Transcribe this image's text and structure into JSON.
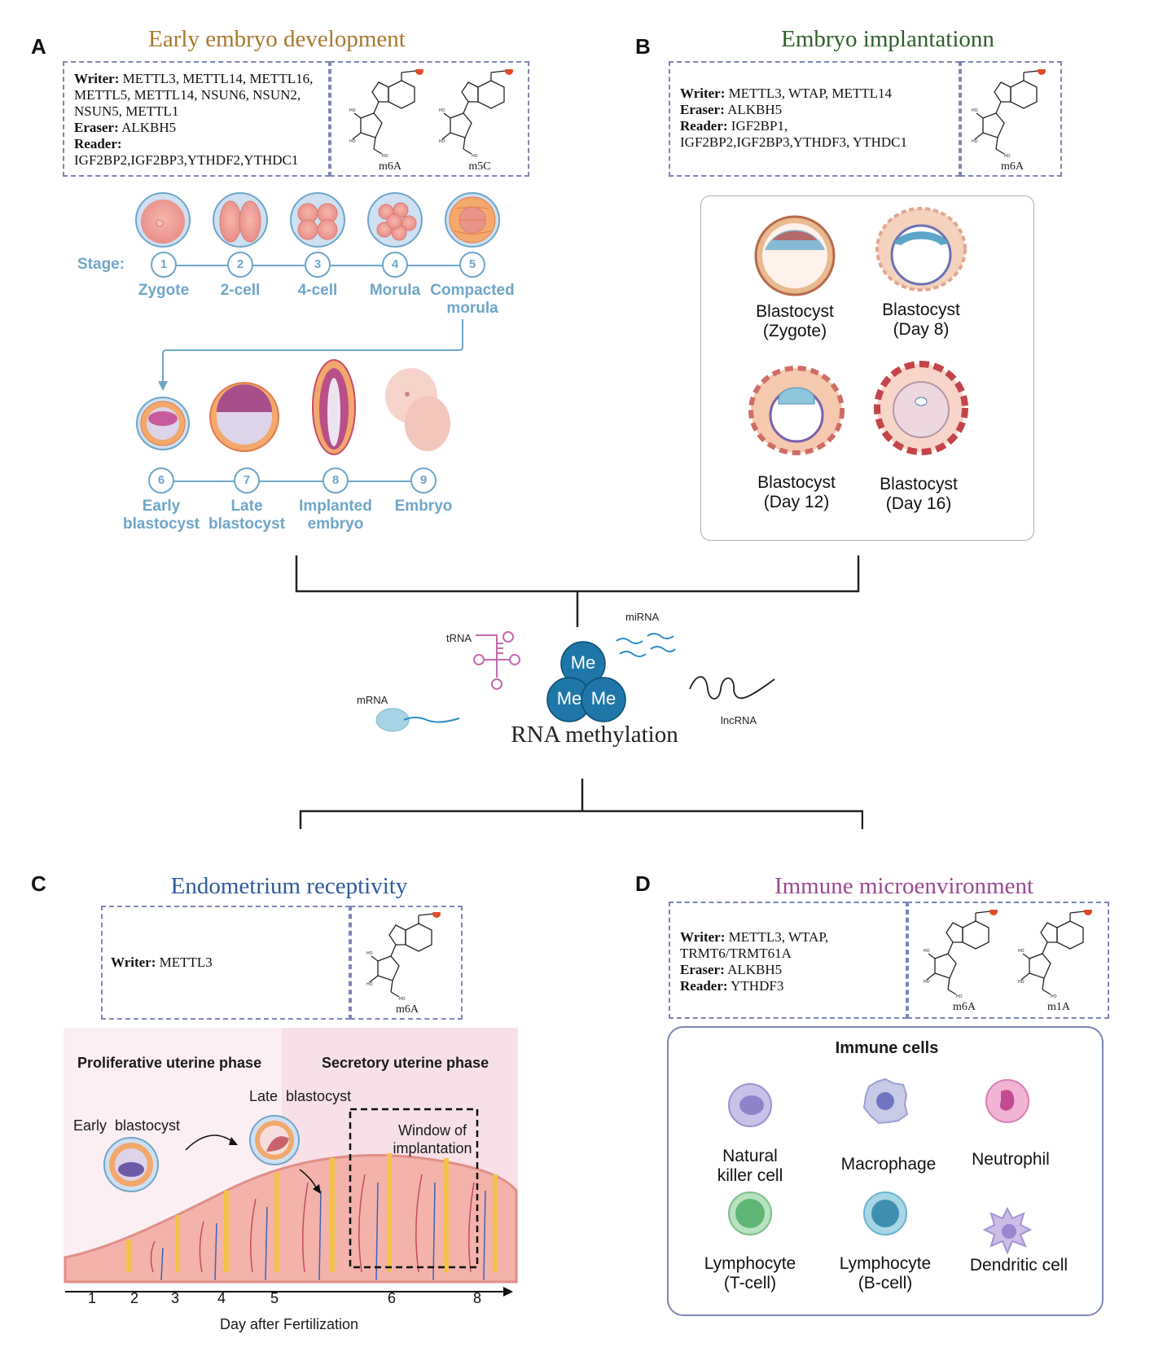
{
  "panelA": {
    "letter": "A",
    "title": "Early embryo development",
    "title_color": "#a8792d",
    "writer_label": "Writer:",
    "writer_value": " METTL3, METTL14, METTL16,",
    "writer_line2": "METTL5, METTL14, NSUN6, NSUN2,",
    "writer_line3": "NSUN5, METTL1",
    "eraser_label": "Eraser:",
    "eraser_value": " ALKBH5",
    "reader_label": "Reader:",
    "reader_value": "IGF2BP2,IGF2BP3,YTHDF2,YTHDC1",
    "mol1": "m6A",
    "mol2": "m5C",
    "stage_word": "Stage:",
    "stages_row1": [
      {
        "num": "1",
        "label": "Zygote"
      },
      {
        "num": "2",
        "label": "2-cell"
      },
      {
        "num": "3",
        "label": "4-cell"
      },
      {
        "num": "4",
        "label": "Morula"
      },
      {
        "num": "5",
        "label": "Compacted\nmorula"
      }
    ],
    "stages_row2": [
      {
        "num": "6",
        "label": "Early\nblastocyst"
      },
      {
        "num": "7",
        "label": "Late\nblastocyst"
      },
      {
        "num": "8",
        "label": "Implanted\nembryo"
      },
      {
        "num": "9",
        "label": "Embryo"
      }
    ]
  },
  "panelB": {
    "letter": "B",
    "title": "Embryo implantationn",
    "title_color": "#2f5f2a",
    "writer_label": "Writer:",
    "writer_value": " METTL3, WTAP, METTL14",
    "eraser_label": "Eraser:",
    "eraser_value": " ALKBH5",
    "reader_label": "Reader:",
    "reader_value": " IGF2BP1,",
    "reader_line2": "IGF2BP2,IGF2BP3,YTHDF3, YTHDC1",
    "mol1": "m6A",
    "blastocysts": [
      {
        "line1": "Blastocyst",
        "line2": "(Zygote)"
      },
      {
        "line1": "Blastocyst",
        "line2": "(Day 8)"
      },
      {
        "line1": "Blastocyst",
        "line2": "(Day 12)"
      },
      {
        "line1": "Blastocyst",
        "line2": "(Day 16)"
      }
    ]
  },
  "center": {
    "title": "RNA methylation",
    "me": [
      "Me",
      "Me",
      "Me"
    ],
    "trna": "tRNA",
    "mirna": "miRNA",
    "mrna": "mRNA",
    "lncrna": "lncRNA"
  },
  "panelC": {
    "letter": "C",
    "title": "Endometrium receptivity",
    "title_color": "#2e5aa0",
    "writer_label": "Writer:",
    "writer_value": " METTL3",
    "mol1": "m6A",
    "phase1": "Proliferative uterine phase",
    "phase2": "Secretory uterine phase",
    "early_blastocyst": "Early  blastocyst",
    "late_blastocyst": "Late  blastocyst",
    "window1": "Window of",
    "window2": "implantation",
    "x_ticks": [
      "1",
      "2",
      "3",
      "4",
      "5",
      "6",
      "8"
    ],
    "x_label": "Day after Fertilization"
  },
  "panelD": {
    "letter": "D",
    "title": "Immune microenvironment",
    "title_color": "#9a4a91",
    "writer_label": "Writer:",
    "writer_value": " METTL3, WTAP,",
    "writer_line2": "TRMT6/TRMT61A",
    "eraser_label": "Eraser:",
    "eraser_value": " ALKBH5",
    "reader_label": "Reader:",
    "reader_value": " YTHDF3",
    "mol1": "m6A",
    "mol2": "m1A",
    "box_title": "Immune cells",
    "cells": [
      {
        "line1": "Natural",
        "line2": "killer cell"
      },
      {
        "line1": "Macrophage",
        "line2": ""
      },
      {
        "line1": "Neutrophil",
        "line2": ""
      },
      {
        "line1": "Lymphocyte",
        "line2": "(T-cell)"
      },
      {
        "line1": "Lymphocyte",
        "line2": "(B-cell)"
      },
      {
        "line1": "Dendritic cell",
        "line2": ""
      }
    ]
  }
}
